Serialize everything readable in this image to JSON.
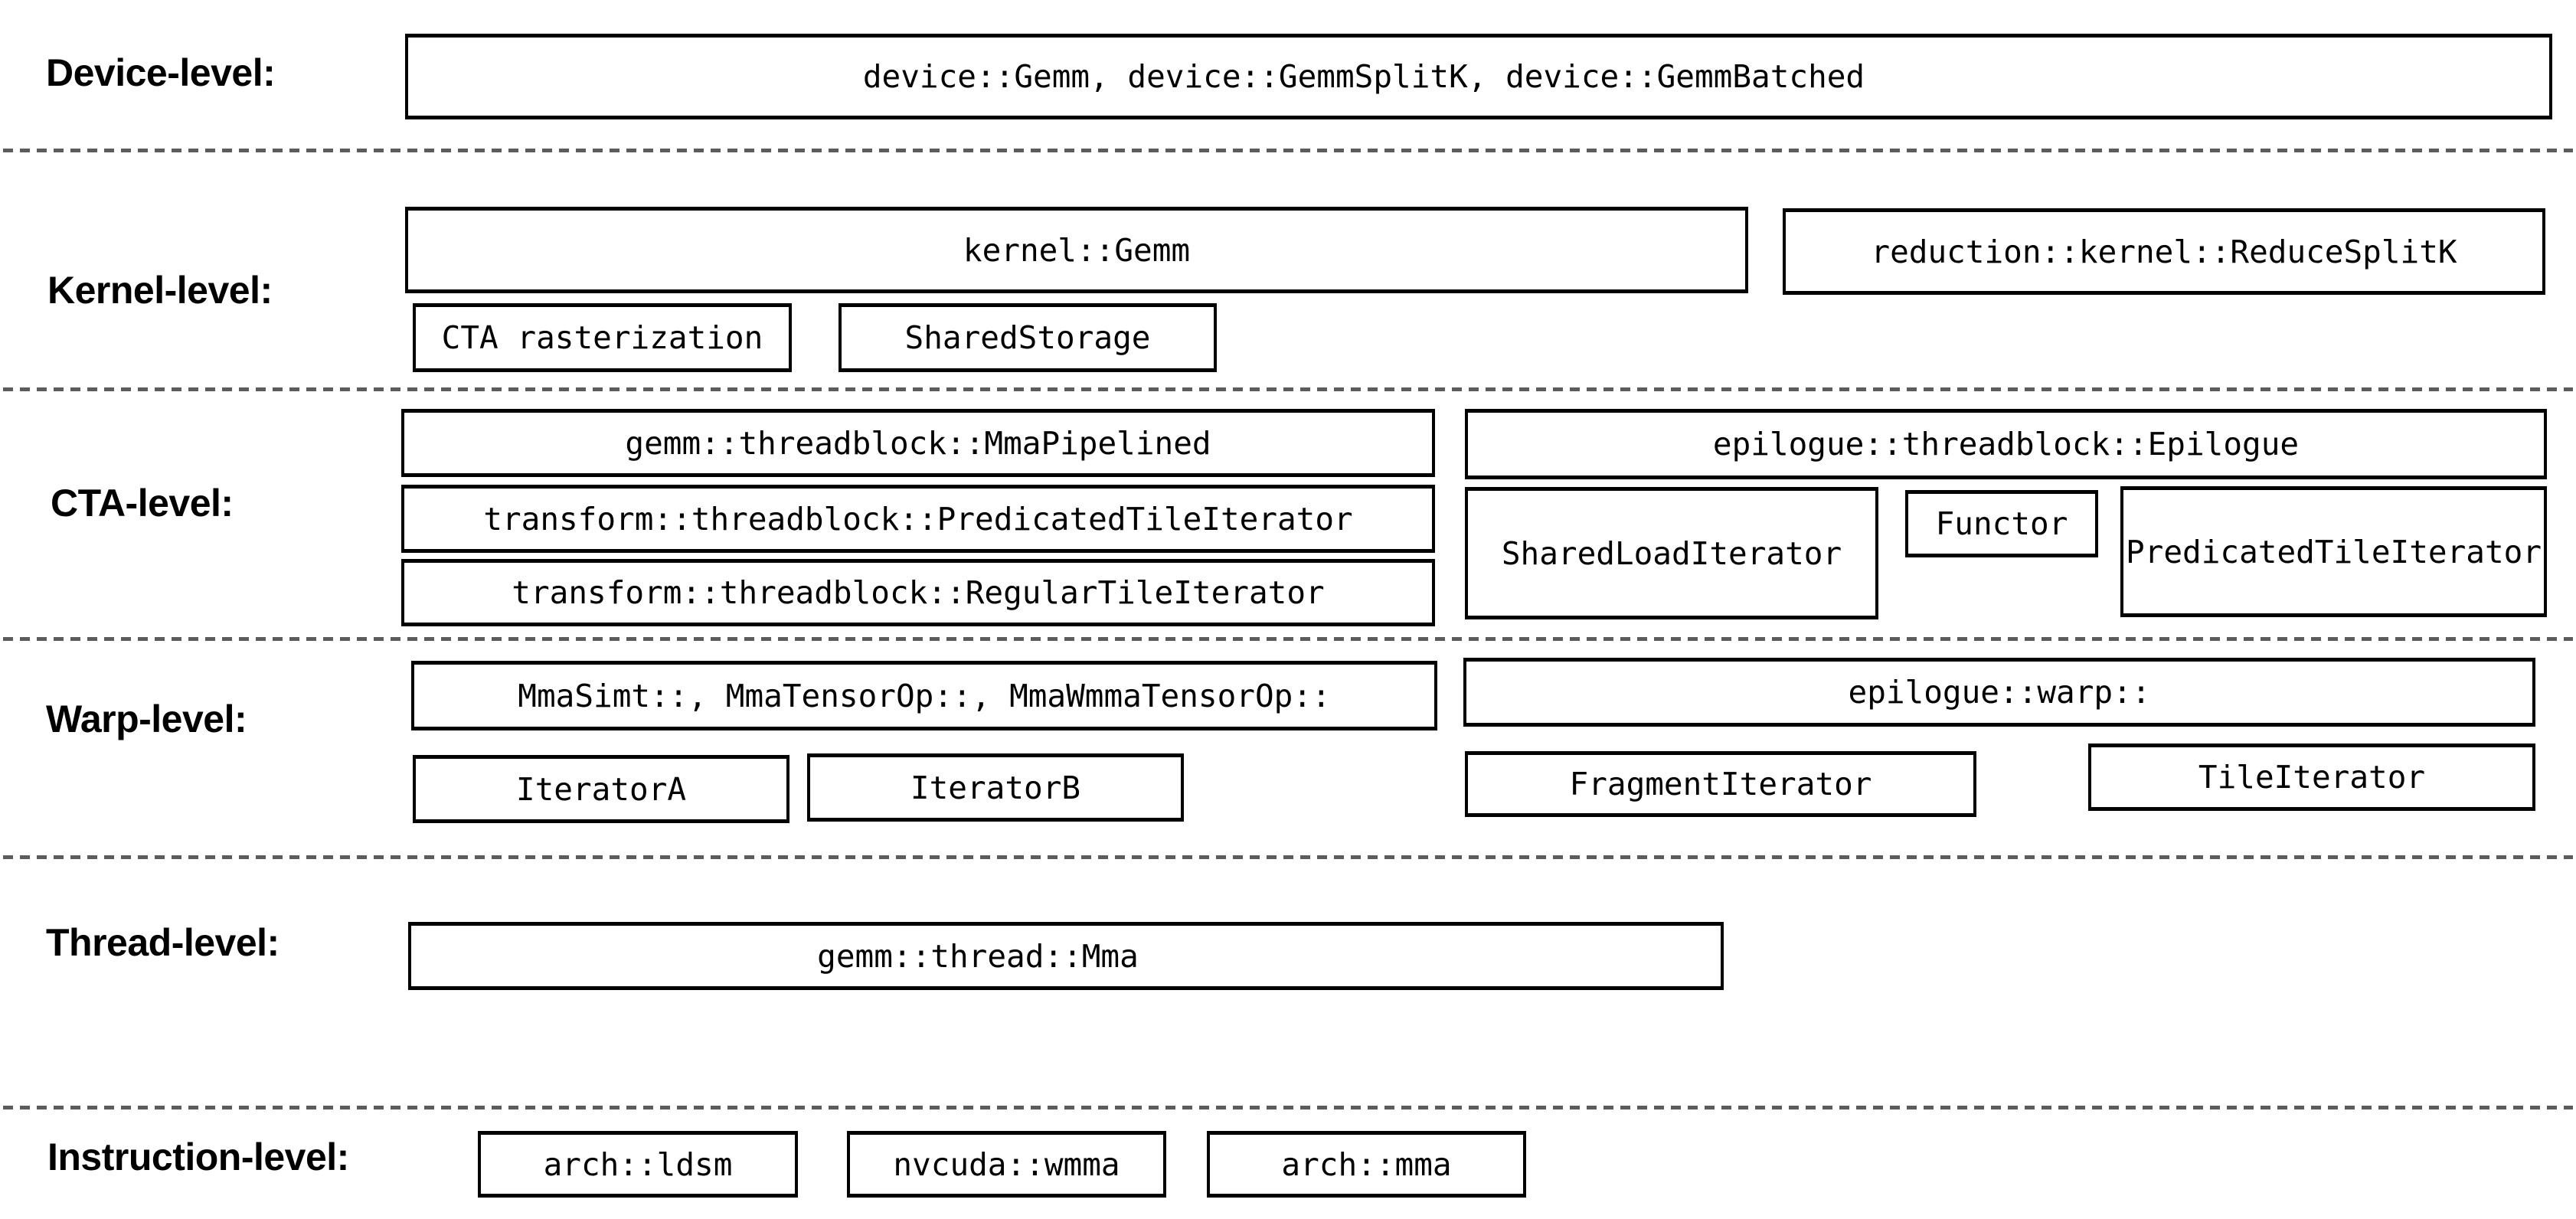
{
  "figure": {
    "colors": {
      "background": "#ffffff",
      "box_border": "#000000",
      "text": "#000000",
      "separator": "#5c5c5c"
    },
    "levels": [
      {
        "label": "Device-level:",
        "boxes": [
          {
            "text": "device::Gemm, device::GemmSplitK, device::GemmBatched"
          }
        ]
      },
      {
        "label": "Kernel-level:",
        "boxes": [
          {
            "text": "kernel::Gemm"
          },
          {
            "text": "reduction::kernel::ReduceSplitK"
          },
          {
            "text": "CTA rasterization"
          },
          {
            "text": "SharedStorage"
          }
        ]
      },
      {
        "label": "CTA-level:",
        "boxes": [
          {
            "text": "gemm::threadblock::MmaPipelined"
          },
          {
            "text": "transform::threadblock::PredicatedTileIterator"
          },
          {
            "text": "transform::threadblock::RegularTileIterator"
          },
          {
            "text": "epilogue::threadblock::Epilogue"
          },
          {
            "text": "SharedLoadIterator"
          },
          {
            "text": "Functor"
          },
          {
            "text": "PredicatedTileIterator"
          }
        ]
      },
      {
        "label": "Warp-level:",
        "boxes": [
          {
            "text": "MmaSimt::, MmaTensorOp::, MmaWmmaTensorOp::"
          },
          {
            "text": "IteratorA"
          },
          {
            "text": "IteratorB"
          },
          {
            "text": "epilogue::warp::"
          },
          {
            "text": "FragmentIterator"
          },
          {
            "text": "TileIterator"
          }
        ]
      },
      {
        "label": "Thread-level:",
        "boxes": [
          {
            "text": "gemm::thread::Mma"
          }
        ]
      },
      {
        "label": "Instruction-level:",
        "boxes": [
          {
            "text": "arch::ldsm"
          },
          {
            "text": "nvcuda::wmma"
          },
          {
            "text": "arch::mma"
          }
        ]
      }
    ]
  }
}
